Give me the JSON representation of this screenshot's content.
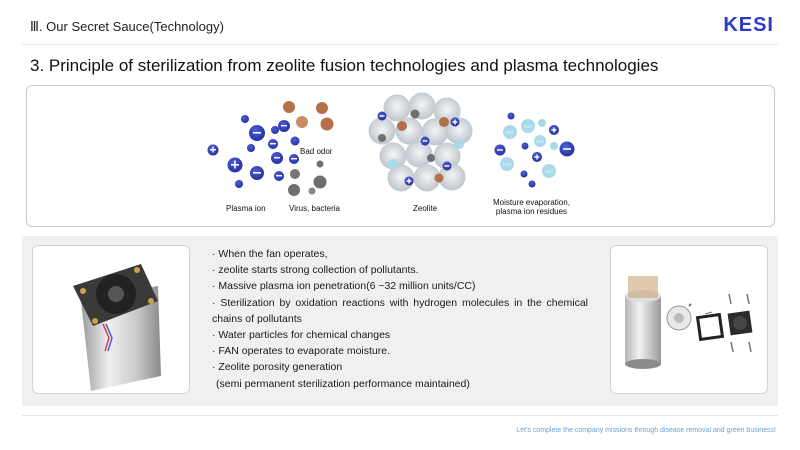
{
  "header": {
    "section_title": "Ⅲ. Our Secret Sauce(Technology)",
    "logo": "KESI"
  },
  "main_title": "3. Principle of sterilization from zeolite fusion technologies and plasma technologies",
  "diagram": {
    "labels": {
      "plasma_ion": "Plasma ion",
      "bad_odor": "Bad odor",
      "virus_bacteria": "Virus, bacteria",
      "zeolite": "Zeolite",
      "moisture_line1": "Moisture evaporation,",
      "moisture_line2": "plasma ion residues"
    },
    "molecule_text": "H₂O",
    "colors": {
      "plasma_ion": "#2e3cb4",
      "odor": "#b5704a",
      "virus": "#6f6f6f",
      "zeolite": "#cfd5da",
      "water": "#a9d9ea"
    }
  },
  "bullets": [
    "· When the fan operates,",
    "· zeolite starts strong collection of pollutants.",
    "· Massive plasma ion penetration(6 ~32 million units/CC)",
    "· Sterilization by oxidation reactions with hydrogen molecules in the chemical chains of pollutants",
    "· Water particles for chemical changes",
    "· FAN operates to evaporate moisture.",
    "· Zeolite porosity generation",
    "(semi permanent sterilization performance maintained)"
  ],
  "footer": {
    "slogan": "Let's complete the company missions through disease removal and green business!"
  }
}
